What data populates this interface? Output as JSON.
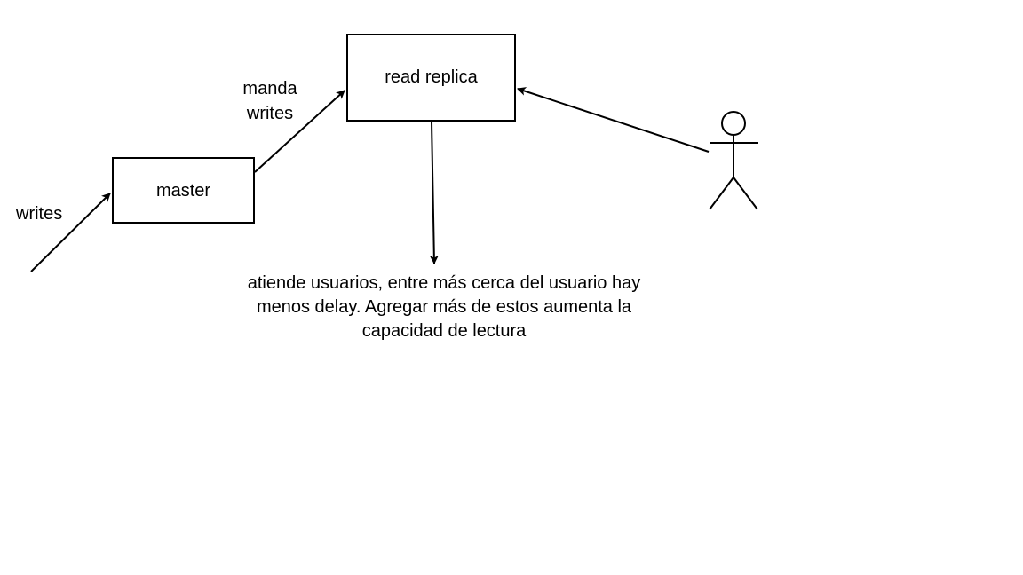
{
  "diagram": {
    "nodes": {
      "master": "master",
      "read_replica": "read replica"
    },
    "edges": {
      "incoming_writes": "writes",
      "replication": "manda writes",
      "replica_note": "atiende usuarios, entre más cerca del usuario hay menos delay. Agregar más de estos aumenta la capacidad de lectura"
    },
    "actors": {
      "user": "user-stick-figure-icon"
    },
    "colors": {
      "stroke": "#000000",
      "background": "#ffffff"
    }
  }
}
